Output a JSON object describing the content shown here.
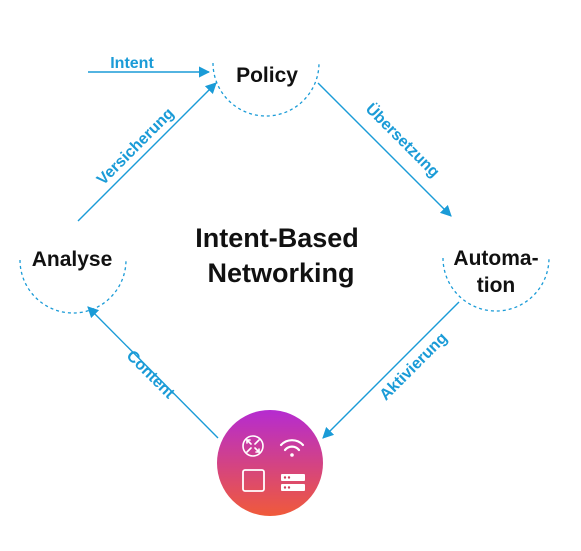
{
  "center_title": {
    "line1": "Intent-Based",
    "line2": "Networking"
  },
  "nodes": {
    "policy": "Policy",
    "analyse": "Analyse",
    "automation": {
      "line1": "Automa-",
      "line2": "tion"
    }
  },
  "edges": {
    "intent": "Intent",
    "versicherung": "Versicherung",
    "uebersetzung": "Übersetzung",
    "aktivierung": "Aktivierung",
    "content": "Content"
  },
  "device_icons": [
    "router-icon",
    "wifi-icon",
    "switch-icon",
    "server-icon"
  ],
  "colors": {
    "accent": "#1a9bd7",
    "text": "#111111",
    "gradient_top": "#b52bd1",
    "gradient_bottom": "#f05a3a"
  }
}
